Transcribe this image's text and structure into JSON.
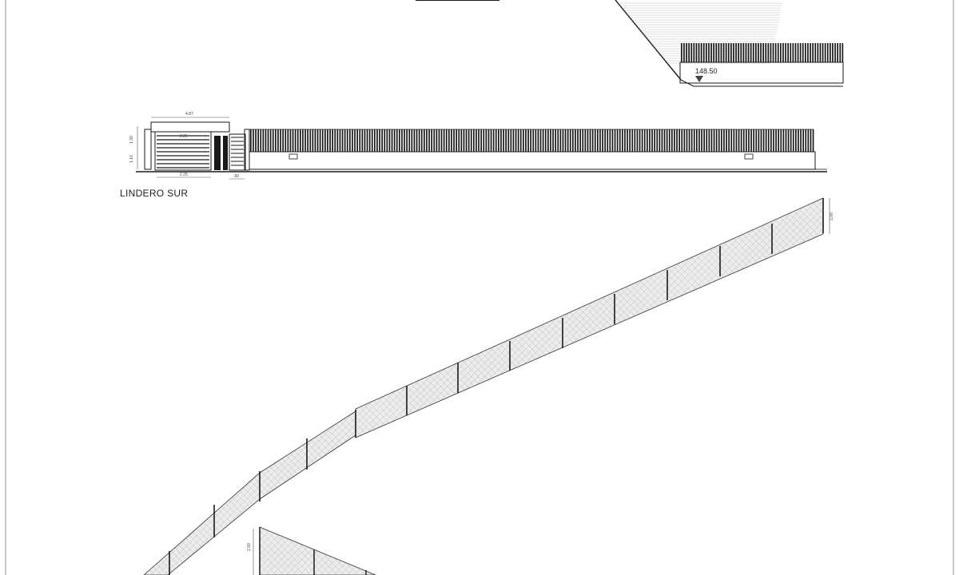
{
  "drawing": {
    "section_title": "LINDERO SUR",
    "level_mark": "148.50",
    "dimensions": {
      "gate_width": "4.87",
      "gate_inner": "2.25",
      "gate_bottom": "2.25",
      "pedestrian_gate": ".90",
      "height_upper": "1.30",
      "height_lower": "1.10",
      "fence_height_upper": "2.00",
      "fence_height_lower": "2.00"
    }
  },
  "colors": {
    "line": "#1a1a1a",
    "fence_fill": "#e2e2e2",
    "page_edge": "#c8c8c8"
  }
}
